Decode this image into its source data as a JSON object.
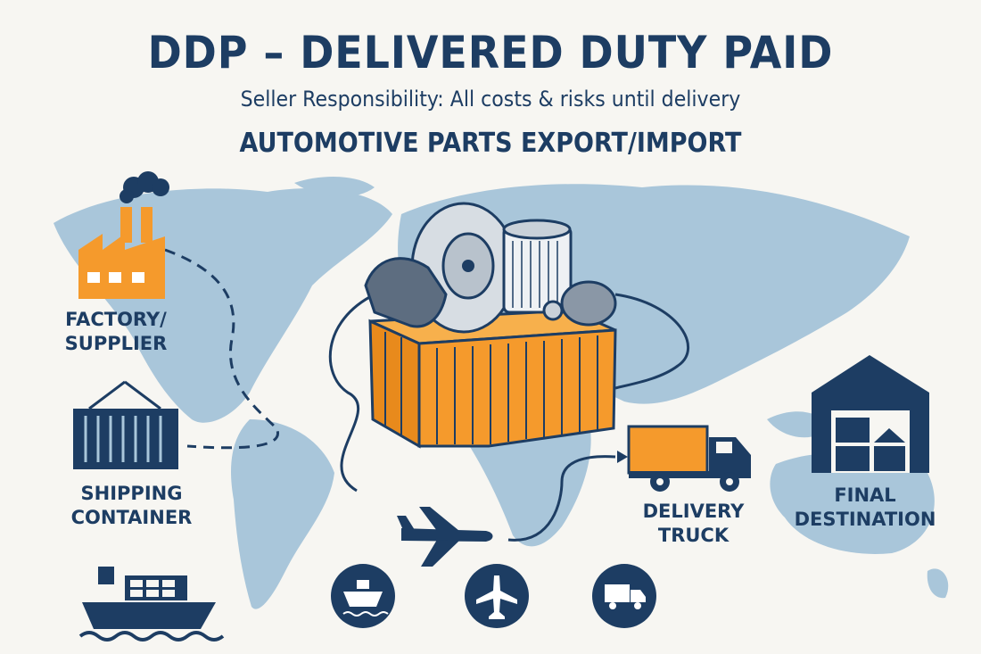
{
  "header": {
    "title": "DDP – DELIVERED DUTY PAID",
    "subtitle": "Seller Responsibility: All costs & risks until delivery",
    "subheading": "AUTOMOTIVE PARTS EXPORT/IMPORT"
  },
  "labels": {
    "factory_line1": "FACTORY/",
    "factory_line2": "SUPPLIER",
    "container_line1": "SHIPPING",
    "container_line2": "CONTAINER",
    "truck_line1": "DELIVERY",
    "truck_line2": "TRUCK",
    "destination_line1": "FINAL",
    "destination_line2": "DESTINATION"
  },
  "icons": [
    "factory-icon",
    "shipping-container-icon",
    "cargo-ship-icon",
    "airplane-icon",
    "delivery-truck-icon",
    "warehouse-icon",
    "ship-circle-icon",
    "plane-circle-icon",
    "truck-circle-icon",
    "auto-parts-crate-illustration"
  ],
  "colors": {
    "navy": "#1d3d63",
    "orange": "#f59a2c",
    "map": "#a9c6da",
    "background": "#f7f6f2"
  }
}
